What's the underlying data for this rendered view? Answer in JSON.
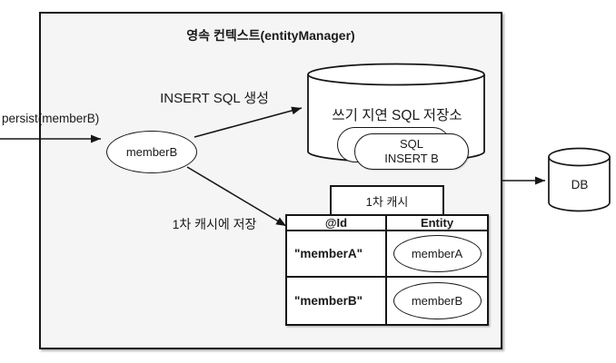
{
  "diagram": {
    "title": "영속 컨텍스트(entityManager)",
    "persist_call": "persist(memberB)",
    "entity_label": "memberB",
    "labels": {
      "insert_sql": "INSERT SQL 생성",
      "cache_store": "1차 캐시에 저장"
    },
    "sql_store": {
      "label": "쓰기 지연 SQL 저장소",
      "item_line1": "SQL",
      "item_line2": "INSERT B"
    },
    "cache": {
      "tab_label": "1차 캐시",
      "columns": [
        "@Id",
        "Entity"
      ],
      "rows": [
        {
          "id": "\"memberA\"",
          "entity": "memberA"
        },
        {
          "id": "\"memberB\"",
          "entity": "memberB"
        }
      ]
    },
    "db_label": "DB",
    "colors": {
      "box_fill": "#f5f5f5",
      "shape_fill": "#ffffff",
      "line": "#161616"
    }
  }
}
